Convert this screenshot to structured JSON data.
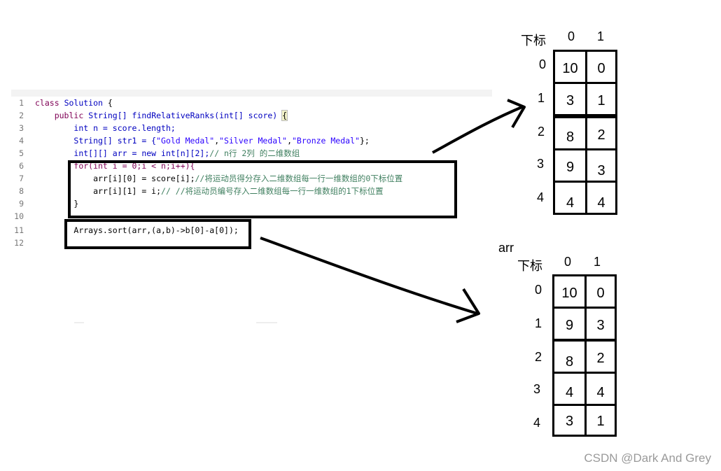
{
  "code": {
    "line_numbers": [
      "1",
      "2",
      "3",
      "4",
      "5",
      "6",
      "7",
      "8",
      "9",
      "10",
      "11",
      "12"
    ],
    "lines": {
      "l1": {
        "kw": "class",
        "name": "Solution",
        "rest": " {"
      },
      "l2": {
        "kw": "public",
        "type": "String[]",
        "method": "findRelativeRanks(int[] score)",
        "brace": "{"
      },
      "l3": {
        "text": "int n = score.length;"
      },
      "l4": {
        "a": "String[] str1 = {",
        "s1": "\"Gold Medal\"",
        "c1": ",",
        "s2": "\"Silver Medal\"",
        "c2": ",",
        "s3": "\"Bronze Medal\"",
        "end": "};"
      },
      "l5": {
        "code": "int[][] arr = new int[n][2];",
        "comment": "// n行 2列 的二维数组"
      },
      "l6": {
        "code": "for(int i = 0;i < n;i++){"
      },
      "l7": {
        "code": "arr[i][0] = score[i];",
        "comment": "//将运动员得分存入二维数组每一行一维数组的0下标位置"
      },
      "l8": {
        "code": "arr[i][1] = i;",
        "comment": "// //将运动员编号存入二维数组每一行一维数组的1下标位置"
      },
      "l9": {
        "code": "}"
      },
      "l11": {
        "code": "Arrays.sort(arr,(a,b)->b[0]-a[0]);"
      }
    }
  },
  "table_top": {
    "header_label": "下标",
    "col_headers": [
      "0",
      "1"
    ],
    "row_labels": [
      "0",
      "1",
      "2",
      "3",
      "4"
    ],
    "rows": [
      [
        "10",
        "0"
      ],
      [
        "3",
        "1"
      ],
      [
        "8",
        "2"
      ],
      [
        "9",
        "3"
      ],
      [
        "4",
        "4"
      ]
    ]
  },
  "table_bottom": {
    "title": "arr",
    "header_label": "下标",
    "col_headers": [
      "0",
      "1"
    ],
    "row_labels": [
      "0",
      "1",
      "2",
      "3",
      "4"
    ],
    "rows": [
      [
        "10",
        "0"
      ],
      [
        "9",
        "3"
      ],
      [
        "8",
        "2"
      ],
      [
        "4",
        "4"
      ],
      [
        "3",
        "1"
      ]
    ]
  },
  "watermark": "CSDN @Dark And Grey"
}
